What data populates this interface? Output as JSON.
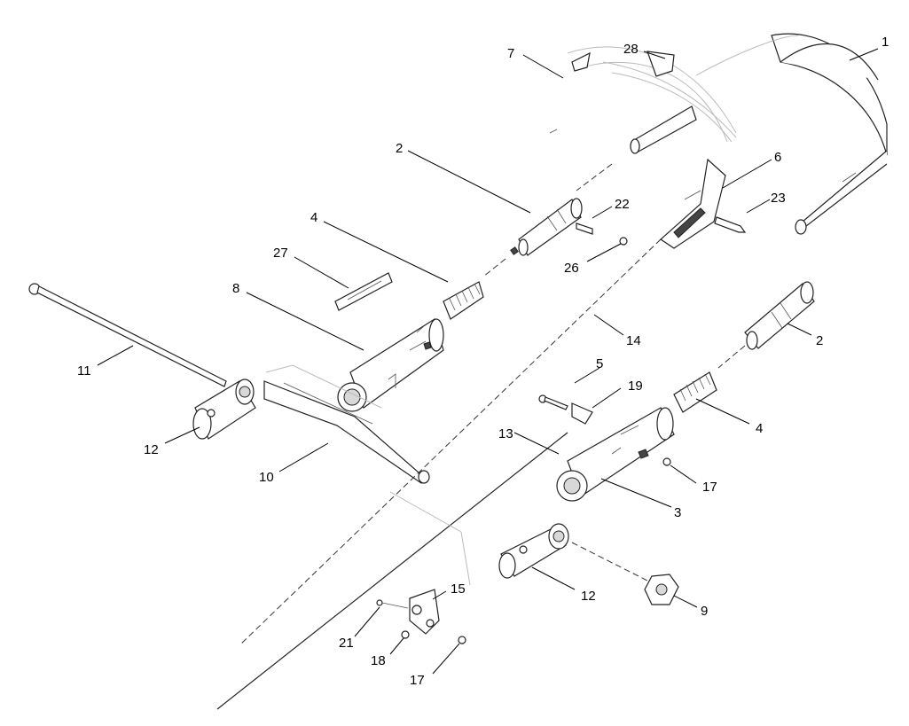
{
  "callouts": {
    "c1": "1",
    "c2a": "2",
    "c2b": "2",
    "c3": "3",
    "c4a": "4",
    "c4b": "4",
    "c5": "5",
    "c6": "6",
    "c7": "7",
    "c8": "8",
    "c9": "9",
    "c10": "10",
    "c11": "11",
    "c12a": "12",
    "c12b": "12",
    "c13": "13",
    "c14": "14",
    "c15": "15",
    "c17a": "17",
    "c17b": "17",
    "c18": "18",
    "c19": "19",
    "c21": "21",
    "c22": "22",
    "c23": "23",
    "c26": "26",
    "c27": "27",
    "c28": "28"
  }
}
